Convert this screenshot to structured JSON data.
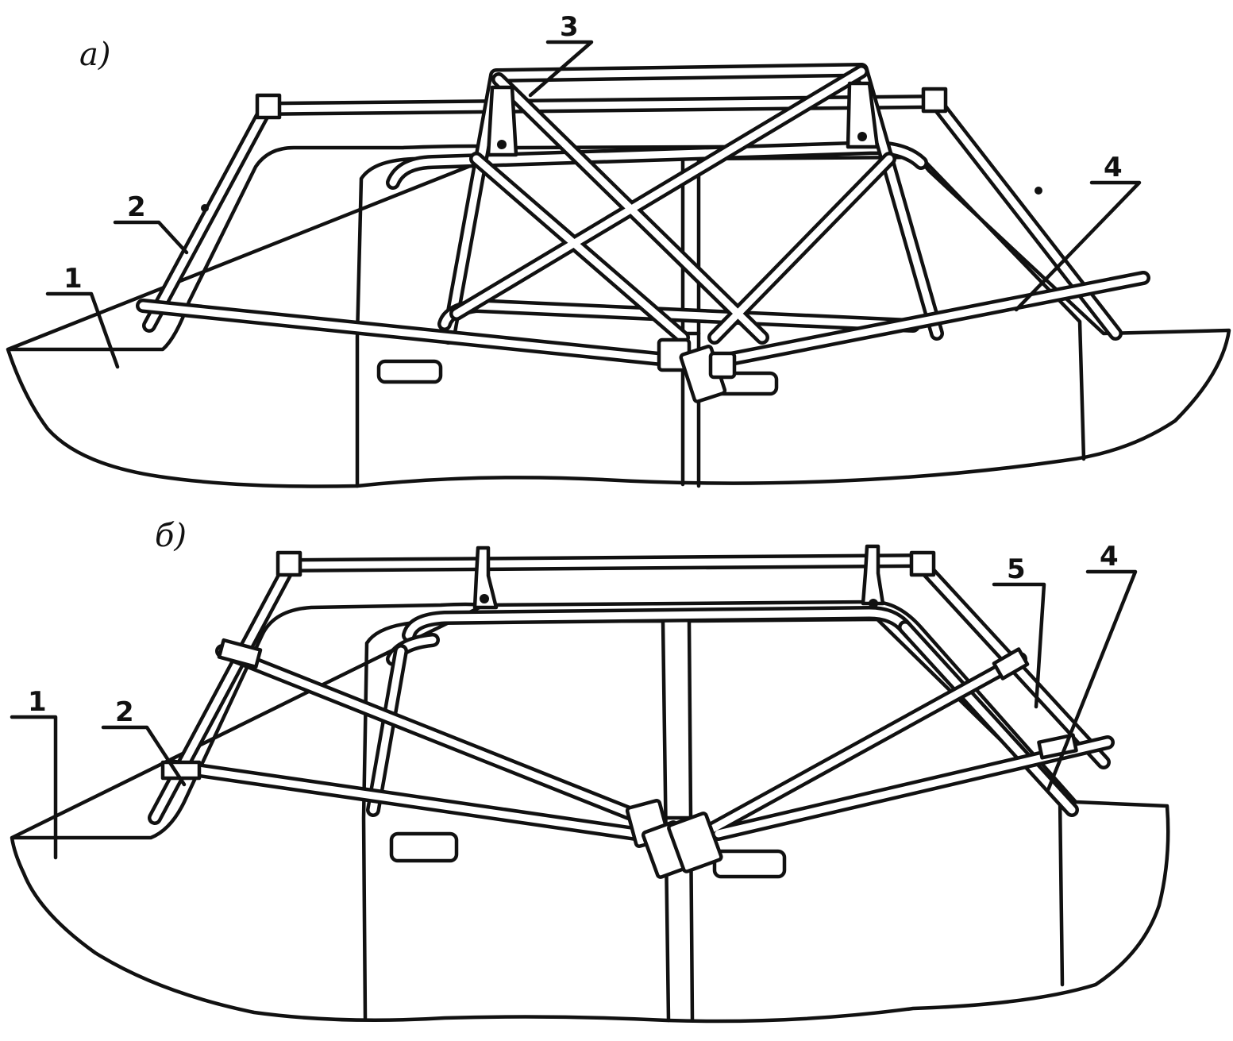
{
  "panels": {
    "a": {
      "label": "а)"
    },
    "b": {
      "label": "б)"
    }
  },
  "callouts": {
    "a": [
      "1",
      "2",
      "3",
      "4"
    ],
    "b": [
      "1",
      "2",
      "5",
      "4"
    ]
  }
}
